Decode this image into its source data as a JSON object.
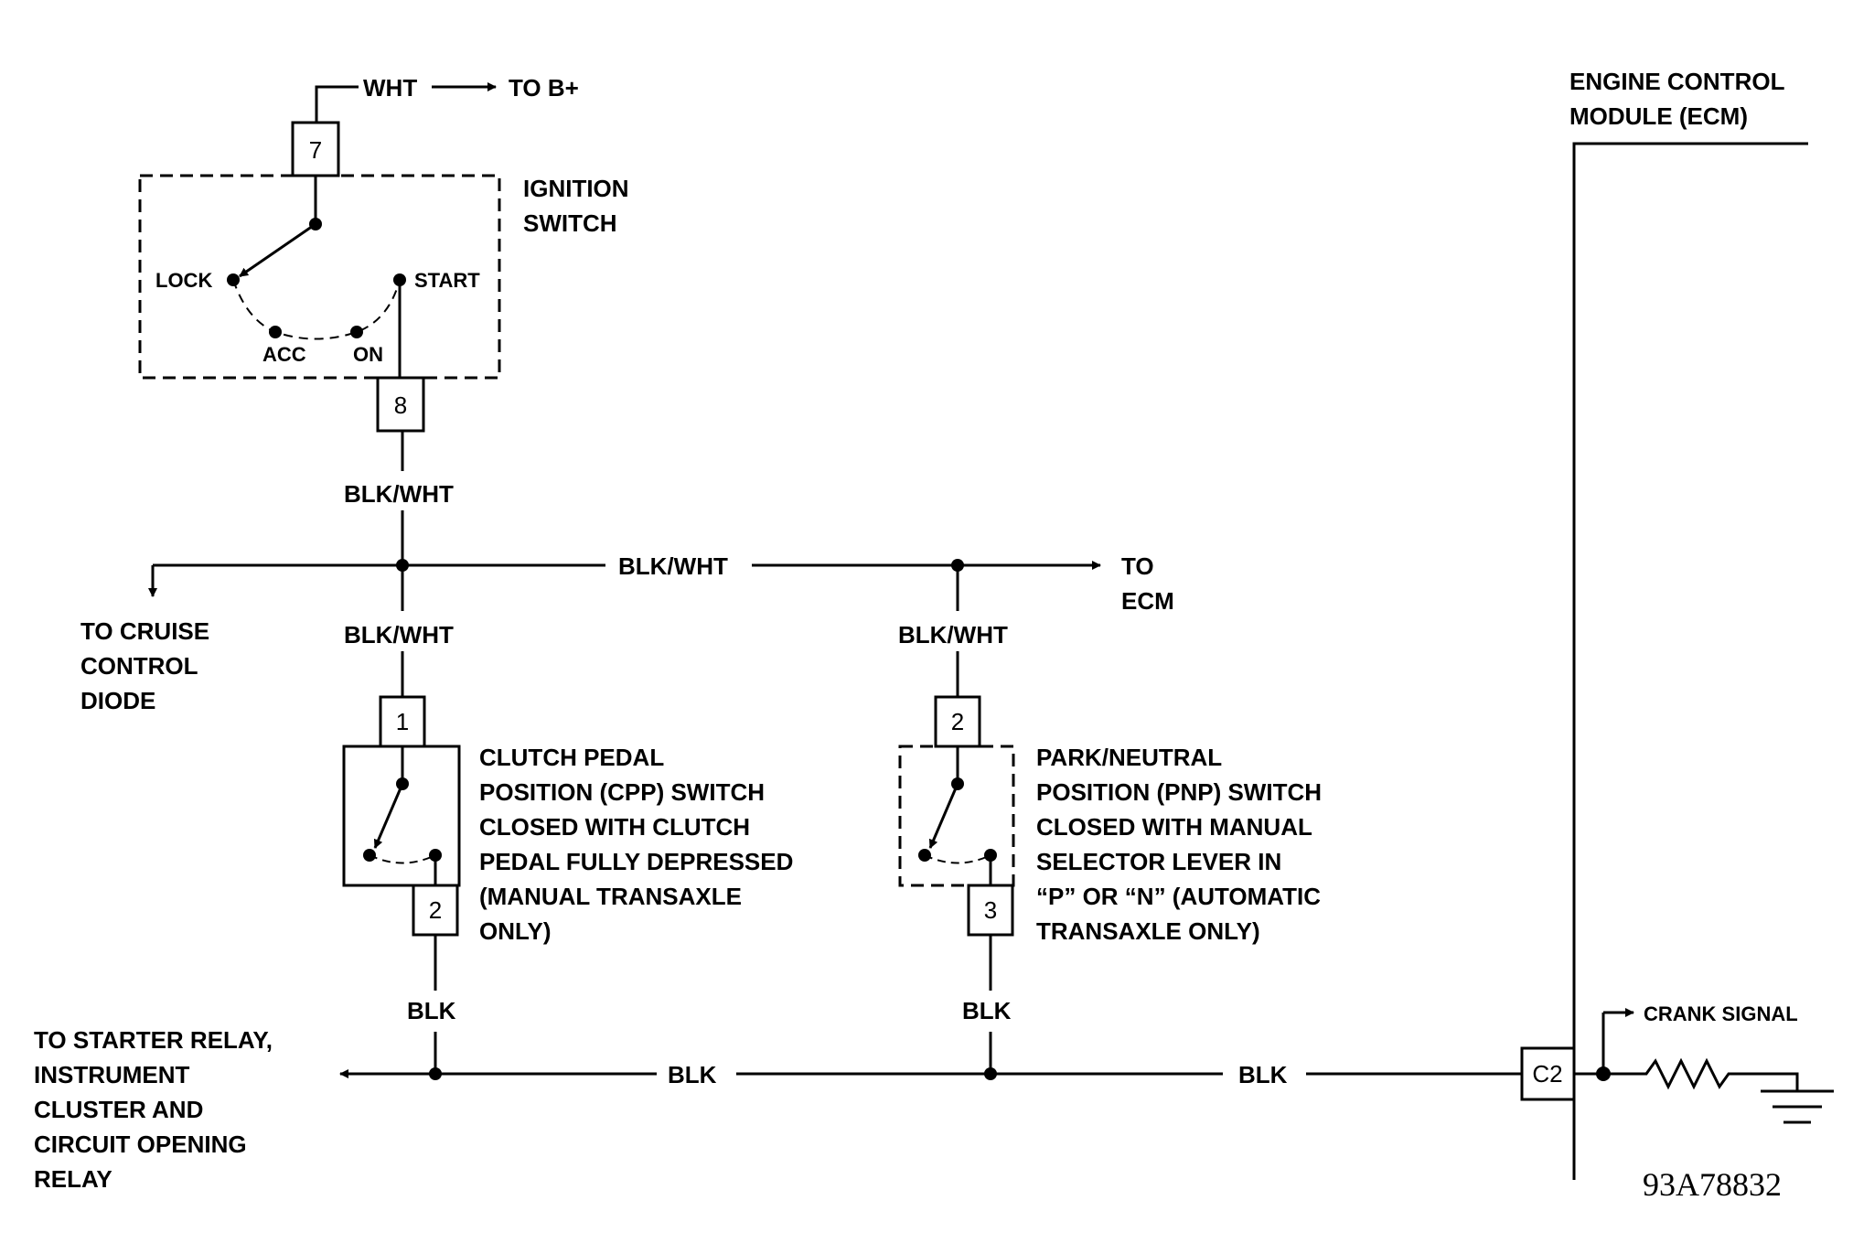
{
  "top_feed": {
    "wire": "WHT",
    "destination": "TO B+"
  },
  "ecm": {
    "title_line1": "ENGINE CONTROL",
    "title_line2": "MODULE (ECM)",
    "connector": "C2",
    "signal": "CRANK SIGNAL"
  },
  "ignition_switch": {
    "label_line1": "IGNITION",
    "label_line2": "SWITCH",
    "pin_in": "7",
    "pin_out": "8",
    "positions": [
      "LOCK",
      "ACC",
      "ON",
      "START"
    ]
  },
  "wires": {
    "ign_out": "BLK/WHT",
    "bus": "BLK/WHT",
    "cpp_in": "BLK/WHT",
    "pnp_in": "BLK/WHT",
    "cpp_out": "BLK",
    "pnp_out": "BLK",
    "ground_left": "BLK",
    "ground_right": "BLK"
  },
  "destinations": {
    "ecm_line1": "TO",
    "ecm_line2": "ECM",
    "cruise": [
      "TO CRUISE",
      "CONTROL",
      "DIODE"
    ],
    "starter": [
      "TO STARTER RELAY,",
      "INSTRUMENT",
      "CLUSTER AND",
      "CIRCUIT OPENING",
      "RELAY"
    ]
  },
  "cpp_switch": {
    "pin_in": "1",
    "pin_out": "2",
    "description": [
      "CLUTCH PEDAL",
      "POSITION (CPP) SWITCH",
      "CLOSED WITH CLUTCH",
      "PEDAL FULLY DEPRESSED",
      "(MANUAL TRANSAXLE",
      "ONLY)"
    ]
  },
  "pnp_switch": {
    "pin_in": "2",
    "pin_out": "3",
    "description": [
      "PARK/NEUTRAL",
      "POSITION (PNP) SWITCH",
      "CLOSED WITH MANUAL",
      "SELECTOR LEVER IN",
      "“P” OR “N” (AUTOMATIC",
      "TRANSAXLE ONLY)"
    ]
  },
  "figure_code": "93A78832"
}
